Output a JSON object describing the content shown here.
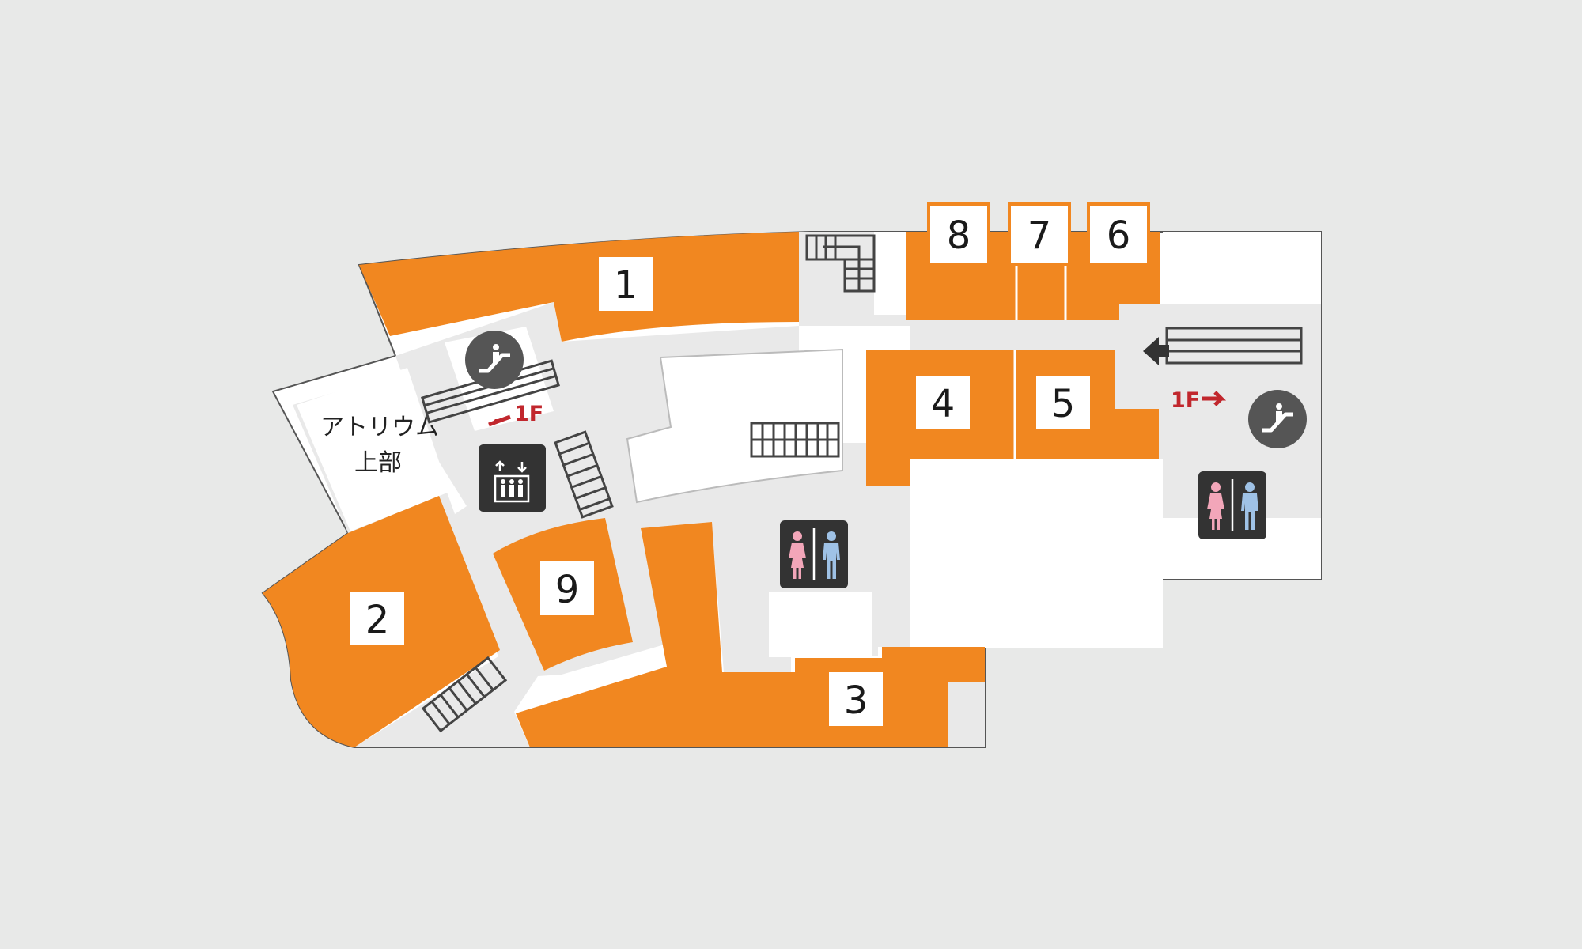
{
  "colors": {
    "background": "#e8e9e8",
    "floor": "#ffffff",
    "corridor": "#e9e9e9",
    "shop": "#f18720",
    "outline": "#555555",
    "icon_bg": "#333333",
    "escalator_circle": "#555555",
    "floor_arrow": "#c1272d",
    "female": "#f2a6b9",
    "male": "#9fc2e6"
  },
  "shops": [
    {
      "id": "1",
      "label": "1"
    },
    {
      "id": "2",
      "label": "2"
    },
    {
      "id": "3",
      "label": "3"
    },
    {
      "id": "4",
      "label": "4"
    },
    {
      "id": "5",
      "label": "5"
    },
    {
      "id": "6",
      "label": "6"
    },
    {
      "id": "7",
      "label": "7"
    },
    {
      "id": "8",
      "label": "8"
    },
    {
      "id": "9",
      "label": "9"
    }
  ],
  "areas": {
    "atrium_line1": "アトリウム",
    "atrium_line2": "上部"
  },
  "escalators": [
    {
      "id": "left",
      "to_label": "1F",
      "icon": "escalator-icon"
    },
    {
      "id": "right",
      "to_label": "1F",
      "icon": "escalator-icon"
    }
  ],
  "facilities": [
    {
      "id": "elevator",
      "icon": "elevator-icon"
    },
    {
      "id": "restroom-center",
      "icon": "restroom-icon"
    },
    {
      "id": "restroom-right",
      "icon": "restroom-icon"
    }
  ]
}
